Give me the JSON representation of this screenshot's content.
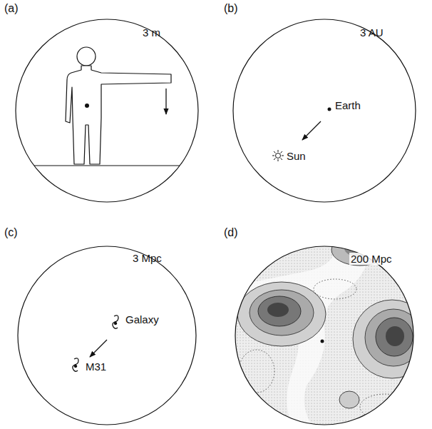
{
  "diagram": {
    "labels": [
      "(a)",
      "3 m",
      "(b)",
      "3 AU",
      "Earth",
      "Sun",
      "(c)",
      "3 Mpc",
      "Galaxy",
      "M31",
      "(d)",
      "200 Mpc"
    ]
  }
}
